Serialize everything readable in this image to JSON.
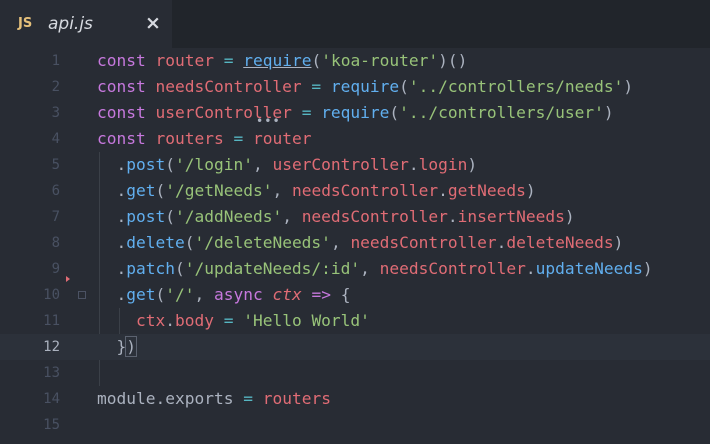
{
  "tab": {
    "lang_icon": "JS",
    "title": "api.js",
    "close": "×"
  },
  "gutter": [
    "1",
    "2",
    "3",
    "4",
    "5",
    "6",
    "7",
    "8",
    "9",
    "10",
    "11",
    "12",
    "13",
    "14",
    "15"
  ],
  "code": {
    "l1": {
      "kw": "const",
      "var": "router",
      "op": "=",
      "fn": "require",
      "p1": "(",
      "str": "'koa-router'",
      "p2": ")()"
    },
    "l2": {
      "kw": "const",
      "var": "needsController",
      "op": "=",
      "fn": "require",
      "p1": "(",
      "str": "'../controllers/needs'",
      "p2": ")"
    },
    "l3": {
      "kw": "const",
      "var": "userController",
      "op": "=",
      "fn": "require",
      "p1": "(",
      "str": "'../controllers/user'",
      "p2": ")"
    },
    "l4": {
      "kw": "const",
      "var": "routers",
      "op": "=",
      "var2": "router"
    },
    "l5": {
      "dot": ".",
      "fn": "post",
      "p1": "(",
      "str": "'/login'",
      "c": ", ",
      "obj": "userController",
      "dot2": ".",
      "fn2": "login",
      "p2": ")"
    },
    "l6": {
      "dot": ".",
      "fn": "get",
      "p1": "(",
      "str": "'/getNeeds'",
      "c": ", ",
      "obj": "needsController",
      "dot2": ".",
      "fn2": "getNeeds",
      "p2": ")"
    },
    "l7": {
      "dot": ".",
      "fn": "post",
      "p1": "(",
      "str": "'/addNeeds'",
      "c": ", ",
      "obj": "needsController",
      "dot2": ".",
      "fn2": "insertNeeds",
      "p2": ")"
    },
    "l8": {
      "dot": ".",
      "fn": "delete",
      "p1": "(",
      "str": "'/deleteNeeds'",
      "c": ", ",
      "obj": "needsController",
      "dot2": ".",
      "fn2": "deleteNeeds",
      "p2": ")"
    },
    "l9": {
      "dot": ".",
      "fn": "patch",
      "p1": "(",
      "str": "'/updateNeeds/:id'",
      "c": ", ",
      "obj": "needsController",
      "dot2": ".",
      "fn2": "updateNeeds",
      "p2": ")"
    },
    "l10": {
      "dot": ".",
      "fn": "get",
      "p1": "(",
      "str": "'/'",
      "c": ", ",
      "kw": "async",
      "param": "ctx",
      "arrow": "=>",
      "brace": "{"
    },
    "l11": {
      "obj": "ctx",
      "dot": ".",
      "prop": "body",
      "op": "=",
      "str": "'Hello World'"
    },
    "l12": {
      "brace": "}",
      "p": ")"
    },
    "l14": {
      "obj": "module",
      "dot": ".",
      "prop": "exports",
      "op": "=",
      "var": "routers"
    }
  },
  "colors": {
    "background": "#282c34",
    "tabbar": "#21252b",
    "keyword": "#c678dd",
    "variable": "#e06c75",
    "function": "#61afef",
    "string": "#98c379",
    "operator": "#56b6c2",
    "js_icon": "#e5c07b"
  }
}
